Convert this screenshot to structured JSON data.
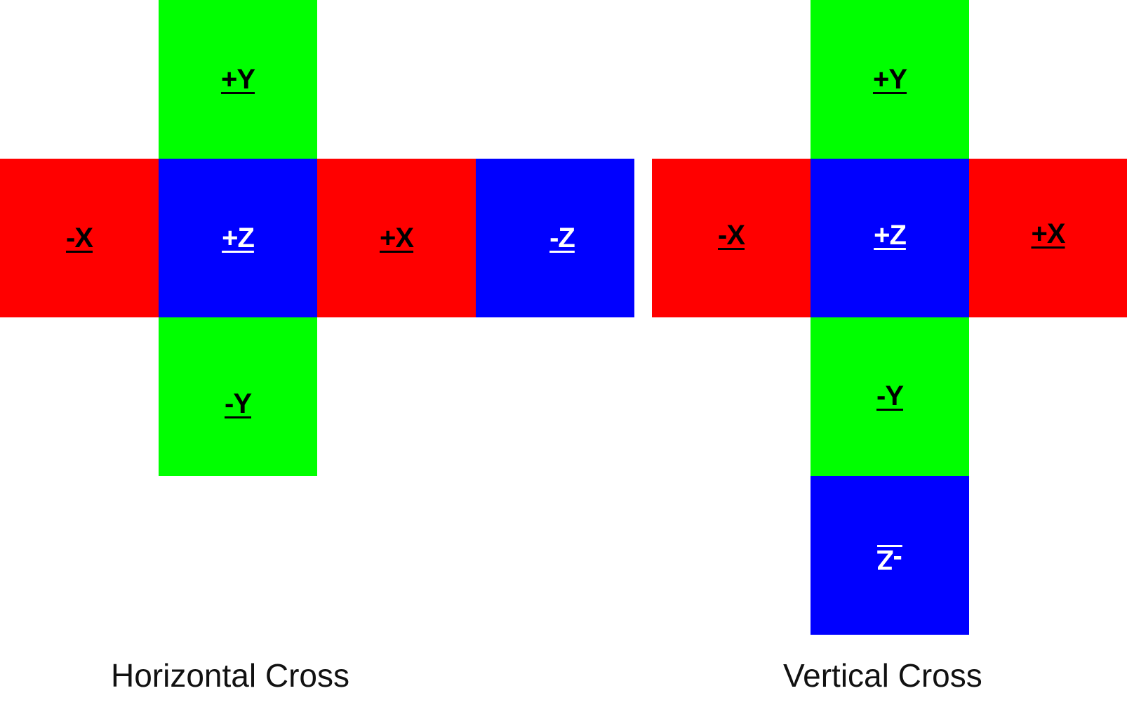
{
  "colors": {
    "x_face": "#ff0000",
    "y_face": "#00ff00",
    "z_face": "#0000ff",
    "dark_text": "#000000",
    "light_text": "#ffffff"
  },
  "horizontal_cross": {
    "caption": "Horizontal Cross",
    "faces": {
      "pos_y": "+Y",
      "neg_x": "-X",
      "pos_z": "+Z",
      "pos_x": "+X",
      "neg_z": "-Z",
      "neg_y": "-Y"
    }
  },
  "vertical_cross": {
    "caption": "Vertical Cross",
    "faces": {
      "pos_y": "+Y",
      "neg_x": "-X",
      "pos_z": "+Z",
      "pos_x": "+X",
      "neg_y": "-Y",
      "neg_z": "-Z"
    }
  }
}
